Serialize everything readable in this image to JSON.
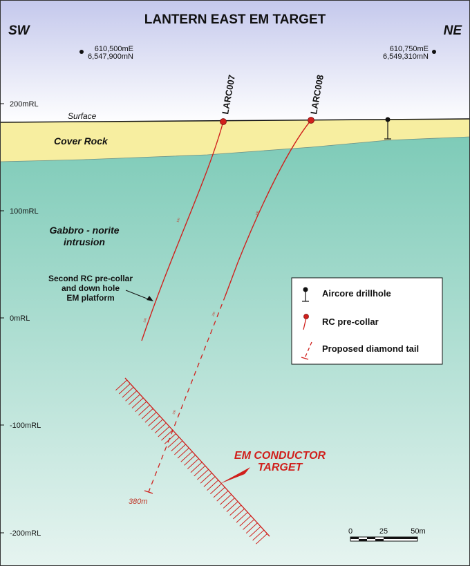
{
  "title": "LANTERN EAST EM TARGET",
  "direction": {
    "left": "SW",
    "right": "NE"
  },
  "coords": {
    "sw": {
      "easting": "610,500mE",
      "northing": "6,547,900mN"
    },
    "ne": {
      "easting": "610,750mE",
      "northing": "6,549,310mN"
    }
  },
  "rl_labels": [
    "200mRL",
    "100mRL",
    "0mRL",
    "-100mRL",
    "-200mRL"
  ],
  "units": {
    "surface": "Surface",
    "cover": "Cover Rock",
    "gabbro_line1": "Gabbro - norite",
    "gabbro_line2": "intrusion"
  },
  "annotation": {
    "line1": "Second RC pre-collar",
    "line2": "and down hole",
    "line3": "EM platform"
  },
  "holes": {
    "larc007": {
      "name": "LARC007",
      "depths": [
        "100",
        "200"
      ]
    },
    "larc008": {
      "name": "LARC008",
      "depths": [
        "100",
        "200",
        "300"
      ],
      "end_depth": "380m"
    }
  },
  "target": {
    "line1": "EM CONDUCTOR",
    "line2": "TARGET"
  },
  "legend": {
    "aircore": "Aircore drillhole",
    "rc": "RC pre-collar",
    "diamond": "Proposed diamond tail"
  },
  "scale_bar": {
    "labels": [
      "0",
      "25",
      "50m"
    ]
  },
  "colors": {
    "sky_top": "#c4c8ec",
    "sky_bottom": "#ffffff",
    "cover": "#f7eea0",
    "gabbro_top": "#7ecbb8",
    "gabbro_bottom": "#e6f4f0",
    "drill": "#d0201c"
  }
}
